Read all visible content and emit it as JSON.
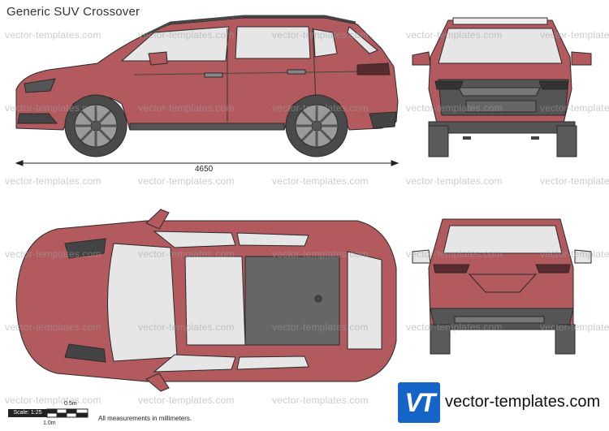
{
  "title": "Generic SUV Crossover",
  "watermark_text": "vector-templates.com",
  "dimension": {
    "length_label": "4650"
  },
  "scale": {
    "box_label": "Scale: 1:25",
    "half_label": "0.5m",
    "full_label": "1.0m"
  },
  "disclaimer": "All measurements in millimeters.",
  "brand": {
    "logo_text": "VT",
    "site": "vector-templates.com",
    "logo_color": "#1565c8"
  },
  "colors": {
    "body": "#b35a5f",
    "glass": "#e6e6e6",
    "dark": "#555555",
    "tyre": "#5a5a5a"
  }
}
